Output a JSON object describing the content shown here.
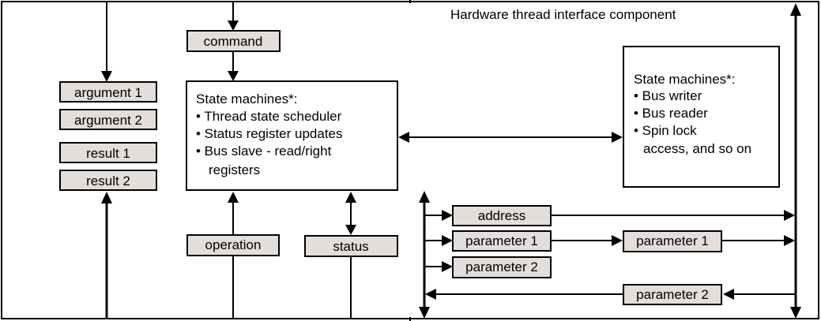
{
  "title": "Hardware thread interface component",
  "registers": {
    "command": "command",
    "argument1": "argument 1",
    "argument2": "argument 2",
    "result1": "result 1",
    "result2": "result 2",
    "operation": "operation",
    "status": "status",
    "address": "address",
    "parameter1_left": "parameter 1",
    "parameter2_left": "parameter 2",
    "parameter1_right": "parameter 1",
    "parameter2_right": "parameter 2"
  },
  "state_machines_left": {
    "heading": "State machines*:",
    "items": [
      "• Thread state scheduler",
      "• Status register updates",
      "• Bus slave - read/right",
      "registers"
    ]
  },
  "state_machines_right": {
    "heading": "State machines*:",
    "items": [
      "• Bus writer",
      "• Bus reader",
      "• Spin lock",
      "access, and so on"
    ]
  }
}
